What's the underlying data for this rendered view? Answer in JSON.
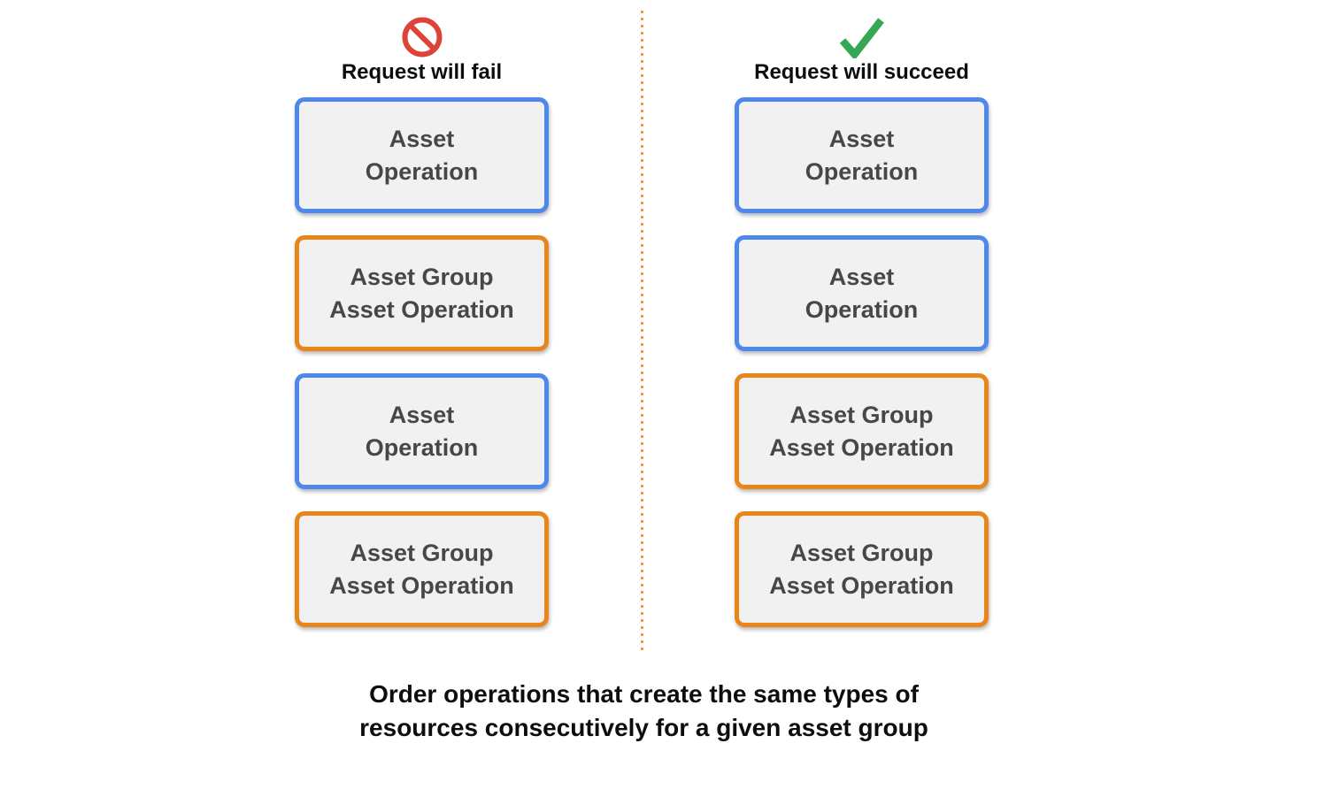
{
  "colors": {
    "blue_border": "#4f88ed",
    "orange_border": "#e8861c",
    "box_fill": "#f1f1f1",
    "box_text": "#474747",
    "heading_text": "#0d0d0d",
    "prohibited_red": "#dd4437",
    "check_green": "#34a853",
    "divider_orange": "#e9983d",
    "background": "#ffffff"
  },
  "columns": [
    {
      "id": "fail",
      "icon": "prohibited-icon",
      "label": "Request will fail",
      "boxes": [
        {
          "color": "blue",
          "line1": "Asset",
          "line2": "Operation"
        },
        {
          "color": "orange",
          "line1": "Asset Group",
          "line2": "Asset Operation"
        },
        {
          "color": "blue",
          "line1": "Asset",
          "line2": "Operation"
        },
        {
          "color": "orange",
          "line1": "Asset Group",
          "line2": "Asset Operation"
        }
      ]
    },
    {
      "id": "succeed",
      "icon": "checkmark-icon",
      "label": "Request will succeed",
      "boxes": [
        {
          "color": "blue",
          "line1": "Asset",
          "line2": "Operation"
        },
        {
          "color": "blue",
          "line1": "Asset",
          "line2": "Operation"
        },
        {
          "color": "orange",
          "line1": "Asset Group",
          "line2": "Asset Operation"
        },
        {
          "color": "orange",
          "line1": "Asset Group",
          "line2": "Asset Operation"
        }
      ]
    }
  ],
  "caption": {
    "line1": "Order operations that create the same types of",
    "line2": "resources consecutively for a given asset group"
  }
}
